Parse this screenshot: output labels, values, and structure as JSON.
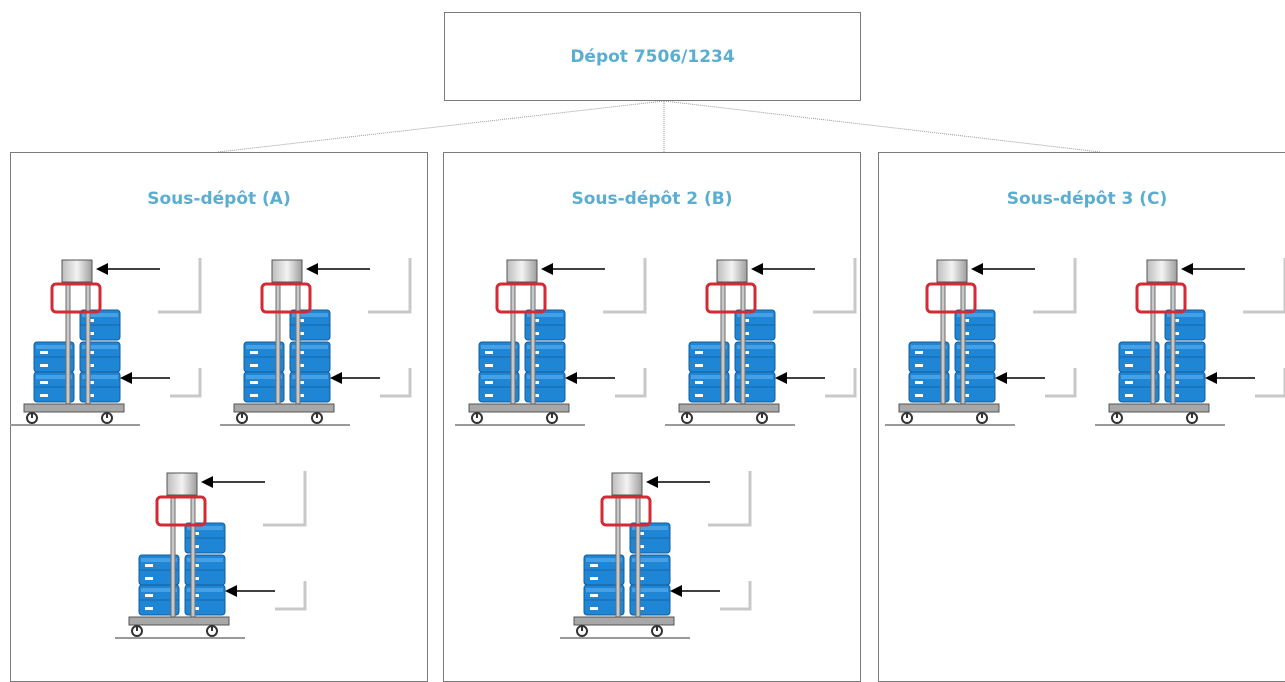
{
  "root": {
    "label": "Dépot 7506/1234"
  },
  "panels": [
    {
      "label": "Sous-dépôt (A)",
      "trolley_count": 3
    },
    {
      "label": "Sous-dépôt 2 (B)",
      "trolley_count": 3
    },
    {
      "label": "Sous-dépôt 3 (C)",
      "trolley_count": 2
    }
  ],
  "colors": {
    "title": "#5aaed2",
    "crate": "#1f86d6",
    "highlight": "#d42a35",
    "border": "#7a7a7a"
  }
}
